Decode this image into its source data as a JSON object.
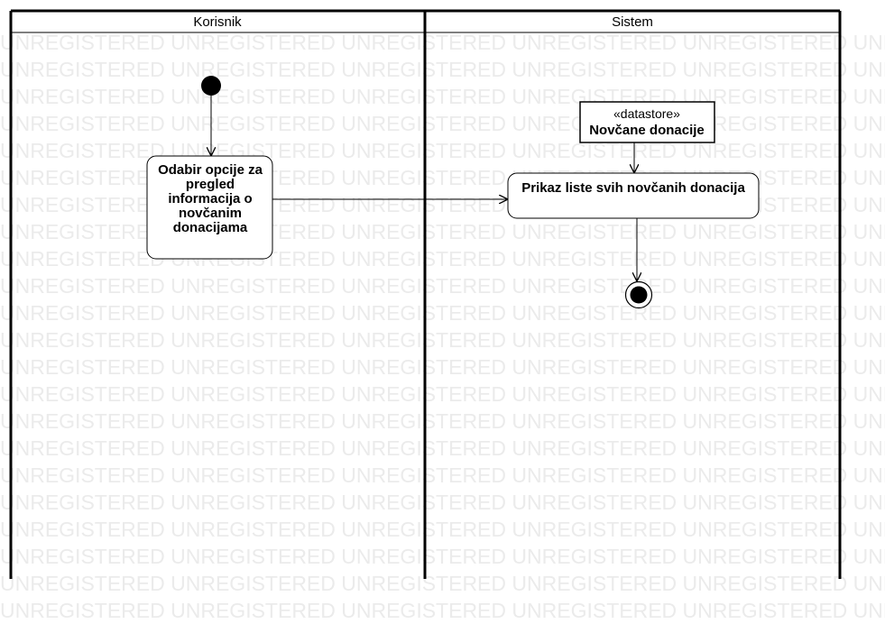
{
  "watermark": {
    "text": "UNREGISTERED"
  },
  "diagram": {
    "lanes": [
      {
        "title": "Korisnik"
      },
      {
        "title": "Sistem"
      }
    ],
    "actions": {
      "select_option": {
        "lines": [
          "Odabir opcije za",
          "pregled",
          "informacija o",
          "novčanim",
          "donacijama"
        ]
      },
      "show_list": {
        "lines": [
          "Prikaz liste svih novčanih donacija"
        ]
      }
    },
    "datastore": {
      "stereotype": "«datastore»",
      "name": "Novčane donacije"
    }
  }
}
